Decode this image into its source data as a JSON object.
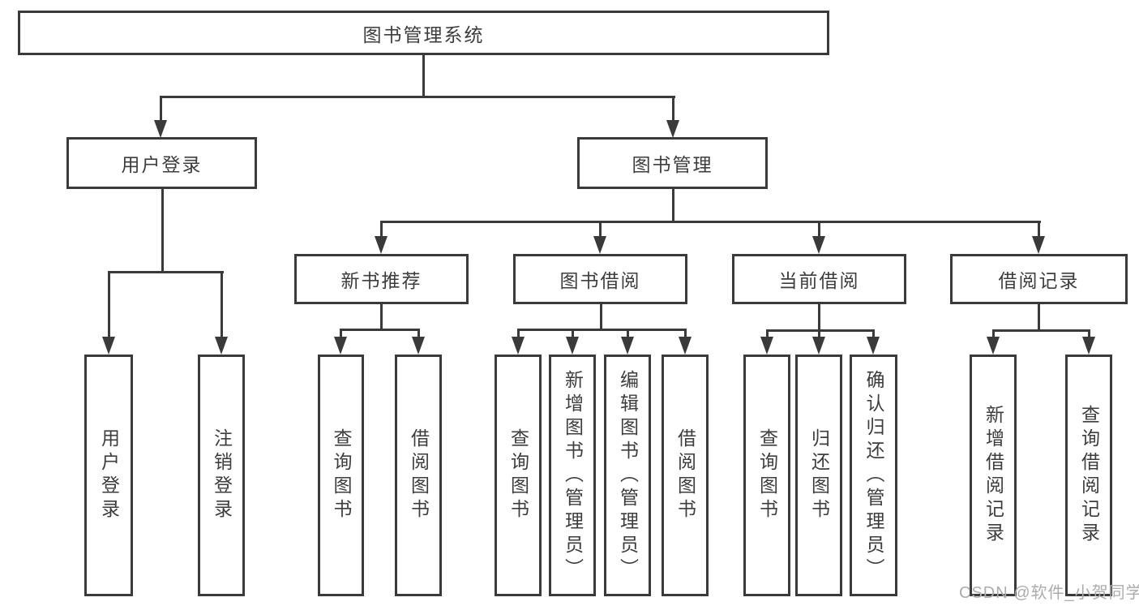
{
  "tree": {
    "root": {
      "label": "图书管理系统",
      "children": [
        {
          "label": "用户登录",
          "children": [
            {
              "label": "用户登录"
            },
            {
              "label": "注销登录"
            }
          ]
        },
        {
          "label": "图书管理",
          "children": [
            {
              "label": "新书推荐",
              "children": [
                {
                  "label": "查询图书"
                },
                {
                  "label": "借阅图书"
                }
              ]
            },
            {
              "label": "图书借阅",
              "children": [
                {
                  "label": "查询图书"
                },
                {
                  "label": "新增图书（管理员）"
                },
                {
                  "label": "编辑图书（管理员）"
                },
                {
                  "label": "借阅图书"
                }
              ]
            },
            {
              "label": "当前借阅",
              "children": [
                {
                  "label": "查询图书"
                },
                {
                  "label": "归还图书"
                },
                {
                  "label": "确认归还（管理员）"
                }
              ]
            },
            {
              "label": "借阅记录",
              "children": [
                {
                  "label": "新增借阅记录"
                },
                {
                  "label": "查询借阅记录"
                }
              ]
            }
          ]
        }
      ]
    }
  },
  "watermark": {
    "text": "CSDN @软件_小贺同学"
  },
  "colors": {
    "line": "#3a3a3a",
    "text": "#3d3d3d",
    "background": "#ffffff",
    "watermark": "#acacac"
  }
}
